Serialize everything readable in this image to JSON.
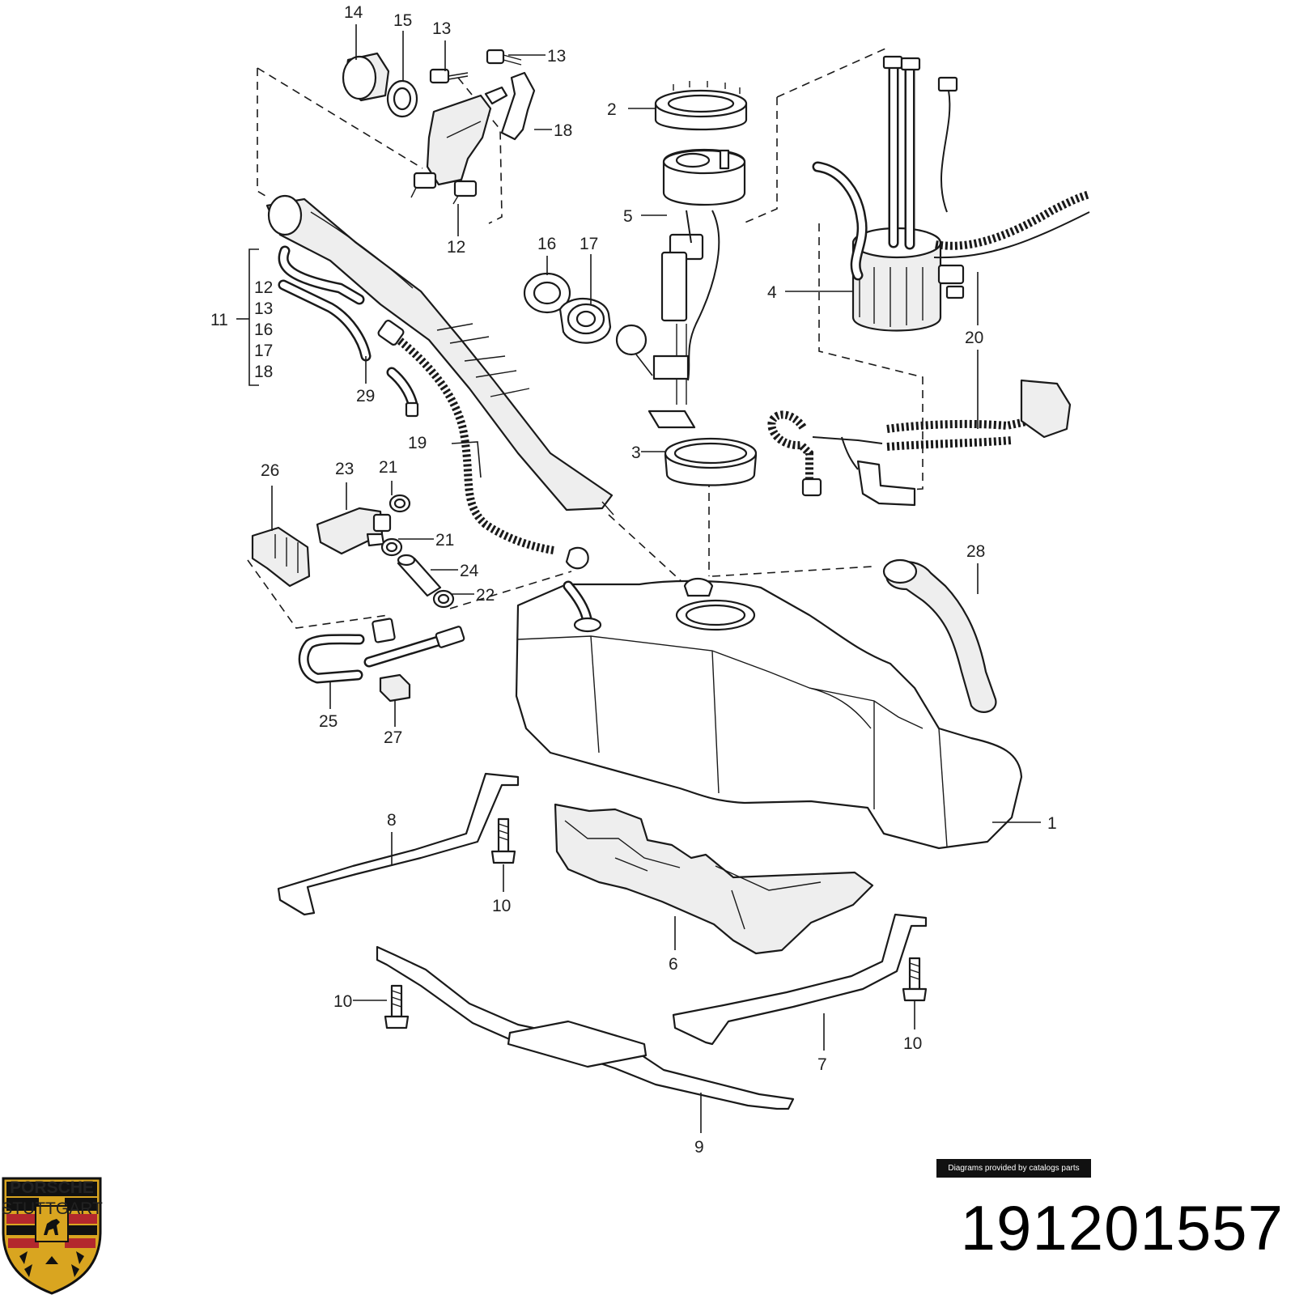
{
  "diagram": {
    "callouts": {
      "c1": "1",
      "c2": "2",
      "c3": "3",
      "c4": "4",
      "c5": "5",
      "c6": "6",
      "c7": "7",
      "c8": "8",
      "c9": "9",
      "c10a": "10",
      "c10b": "10",
      "c10c": "10",
      "c11": "11",
      "c12": "12",
      "c13a": "13",
      "c13b": "13",
      "c14": "14",
      "c15": "15",
      "c16": "16",
      "c17": "17",
      "c18": "18",
      "c19": "19",
      "c20": "20",
      "c21a": "21",
      "c21b": "21",
      "c22": "22",
      "c23": "23",
      "c24": "24",
      "c25": "25",
      "c26": "26",
      "c27": "27",
      "c28": "28",
      "c29": "29"
    },
    "group_11_items": [
      "12",
      "13",
      "16",
      "17",
      "18"
    ]
  },
  "footer": {
    "credit": "Diagrams provided by catalogs parts",
    "part_number": "191201557",
    "brand_logo_text": "PORSCHE",
    "brand_logo_city": "STUTTGART"
  },
  "colors": {
    "crest_gold": "#d9a520",
    "crest_red": "#b3282d",
    "crest_black": "#111111"
  }
}
